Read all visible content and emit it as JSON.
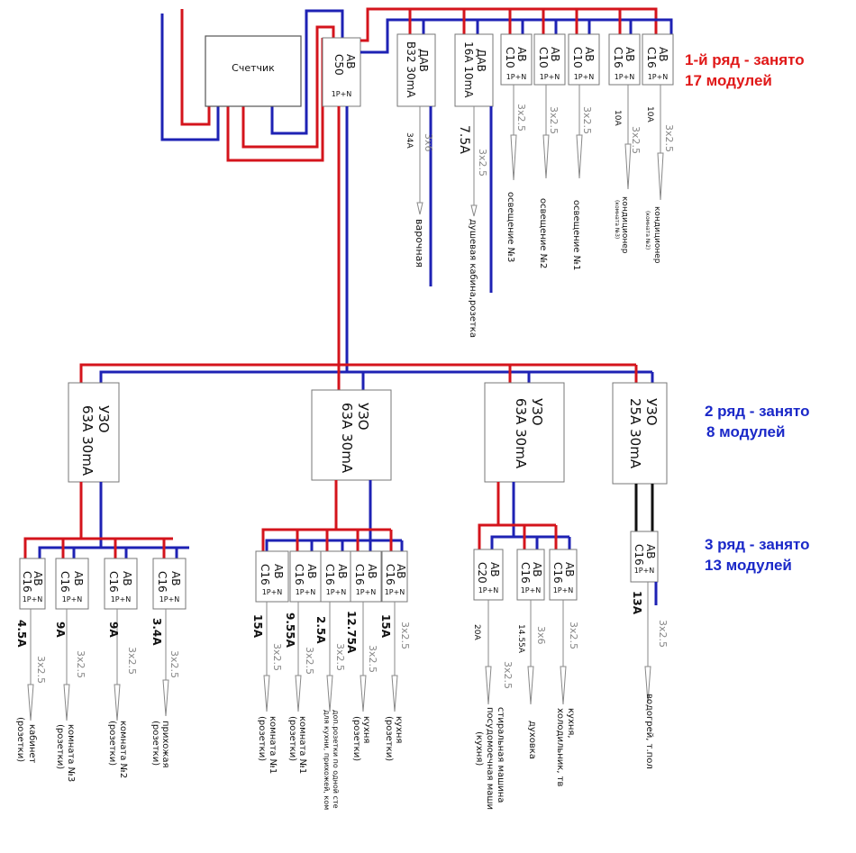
{
  "meter": {
    "label": "Счетчик"
  },
  "main_breaker": {
    "type": "АВ",
    "rating": "С50",
    "poles": "1P+N"
  },
  "row1": {
    "note_line1": "1-й ряд - занято",
    "note_line2": "17 модулей",
    "breakers": [
      {
        "type": "ДАВ",
        "rating": "В32 30mA",
        "current": "34А",
        "cable": "3х6",
        "load": "варочная"
      },
      {
        "type": "ДАВ",
        "rating": "16А 10mA",
        "current": "7.5A",
        "cable": "3х2.5",
        "load": "душевая кабина,розетка"
      },
      {
        "type": "АВ",
        "rating": "С10",
        "poles": "1P+N",
        "current": "",
        "cable": "3х2.5",
        "load": "освещение №3"
      },
      {
        "type": "АВ",
        "rating": "С10",
        "poles": "1P+N",
        "current": "",
        "cable": "3х2.5",
        "load": "освещение №2"
      },
      {
        "type": "АВ",
        "rating": "С10",
        "poles": "1P+N",
        "current": "",
        "cable": "3х2.5",
        "load": "освещение №1"
      },
      {
        "type": "АВ",
        "rating": "С16",
        "poles": "1P+N",
        "current": "10А",
        "cable": "3х2.5",
        "load": "кондиционер",
        "load_sub": "(комната №3)"
      },
      {
        "type": "АВ",
        "rating": "С16",
        "poles": "1P+N",
        "current": "10А",
        "cable": "3х2.5",
        "load": "кондиционер",
        "load_sub": "(комната №2)"
      }
    ]
  },
  "row2": {
    "note_line1": "2 ряд - занято",
    "note_line2": "8  модулей",
    "rcds": [
      {
        "type": "УЗО",
        "rating": "63А 30mA"
      },
      {
        "type": "УЗО",
        "rating": "63А 30mA"
      },
      {
        "type": "УЗО",
        "rating": "63А 30mA"
      },
      {
        "type": "УЗО",
        "rating": "25А 30mA"
      }
    ]
  },
  "row3": {
    "note_line1": "3 ряд - занято",
    "note_line2": "13 модулей",
    "groups": [
      [
        {
          "type": "АВ",
          "rating": "С16",
          "poles": "1P+N",
          "current": "4.5A",
          "cable": "3х2.5",
          "load": "кабинет",
          "load_sub": "(розетки)"
        },
        {
          "type": "АВ",
          "rating": "С16",
          "poles": "1P+N",
          "current": "9A",
          "cable": "3х2.5",
          "load": "комната №3",
          "load_sub": "(розетки)"
        },
        {
          "type": "АВ",
          "rating": "С16",
          "poles": "1P+N",
          "current": "9A",
          "cable": "3х2.5",
          "load": "комната №2",
          "load_sub": "(розетки)"
        },
        {
          "type": "АВ",
          "rating": "С16",
          "poles": "1P+N",
          "current": "3.4A",
          "cable": "3х2.5",
          "load": "прихожая",
          "load_sub": "(розетки)"
        }
      ],
      [
        {
          "type": "АВ",
          "rating": "С16",
          "poles": "1P+N",
          "current": "15A",
          "cable": "3х2.5",
          "load": "комната №1",
          "load_sub": "(розетки)"
        },
        {
          "type": "АВ",
          "rating": "С16",
          "poles": "1P+N",
          "current": "9.55A",
          "cable": "3х2.5",
          "load": "комната №1",
          "load_sub": "(розетки)"
        },
        {
          "type": "АВ",
          "rating": "С16",
          "poles": "1P+N",
          "current": "2.5A",
          "cable": "3х2.5",
          "load": "доп.розетки по одной сте",
          "load_sub": "для кухни, прихожей, ком"
        },
        {
          "type": "АВ",
          "rating": "С16",
          "poles": "1P+N",
          "current": "12.75A",
          "cable": "3х2.5",
          "load": "кухня",
          "load_sub": "(розетки)"
        },
        {
          "type": "АВ",
          "rating": "С16",
          "poles": "1P+N",
          "current": "15A",
          "cable": "3х2.5",
          "load": "кухня",
          "load_sub": "(розетки)"
        }
      ],
      [
        {
          "type": "АВ",
          "rating": "С20",
          "poles": "1P+N",
          "current": "20А",
          "cable": "3х2.5",
          "load": "стиральная машина",
          "load_sub": "посудомоечная маши",
          "load_sub2": "(кухня)"
        },
        {
          "type": "АВ",
          "rating": "С16",
          "poles": "1P+N",
          "current": "14.55А",
          "cable": "3х6",
          "load": "духовка"
        },
        {
          "type": "АВ",
          "rating": "С16",
          "poles": "1P+N",
          "current": "",
          "cable": "3х2.5",
          "load": "кухня,",
          "load_sub": "холодильник, тв"
        }
      ],
      [
        {
          "type": "АВ",
          "rating": "С16",
          "poles": "1P+N",
          "current": "13A",
          "cable": "3х2.5",
          "load": "водогрей, т.пол"
        }
      ]
    ]
  }
}
